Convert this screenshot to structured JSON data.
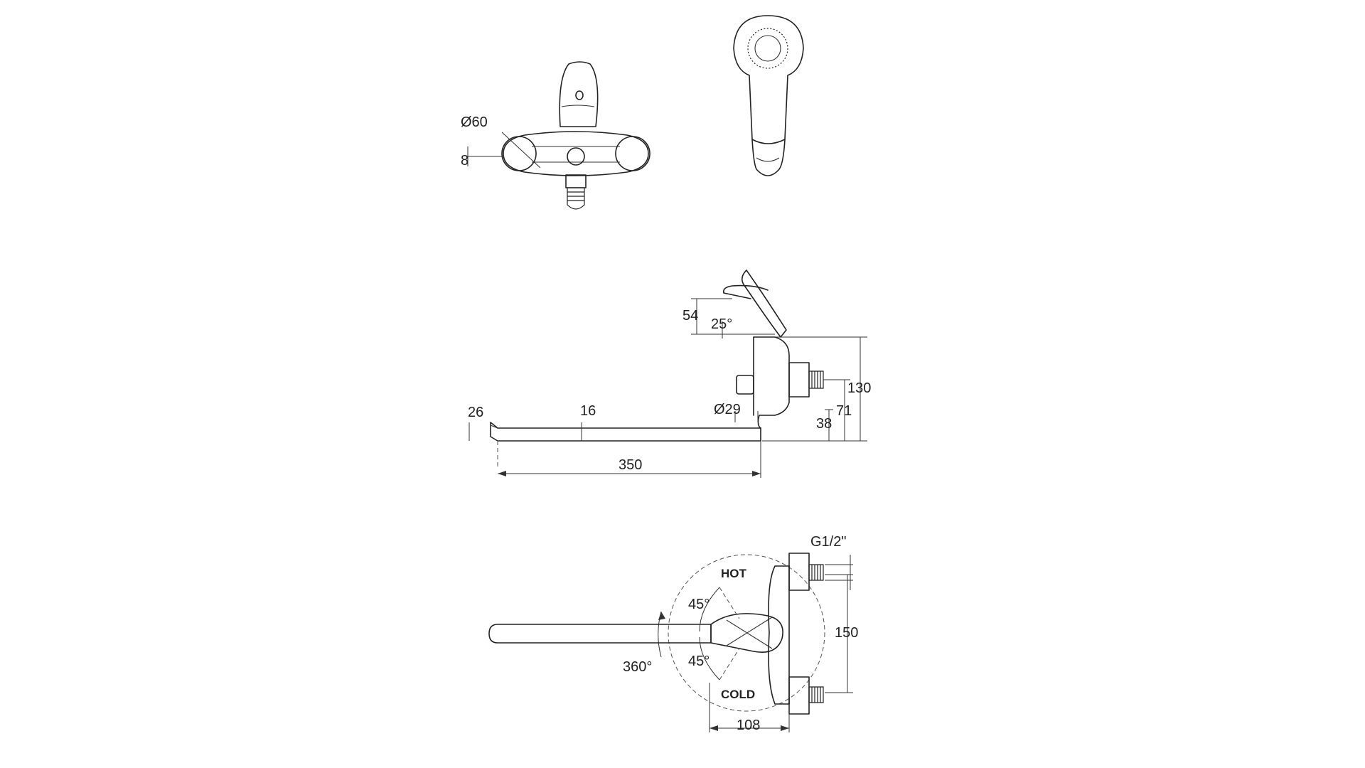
{
  "front_view": {
    "diameter_label": "Ø60",
    "offset_label": "8"
  },
  "side_view": {
    "lever_height_label": "54",
    "lever_angle_label": "25°",
    "body_height_label": "130",
    "inlet_height_label": "71",
    "outlet_diameter_label": "Ø29",
    "base_height_label": "38",
    "spout_tip_label": "26",
    "spout_thickness_label": "16",
    "spout_reach_label": "350"
  },
  "top_view": {
    "thread_label": "G1/2\"",
    "hot_label": "HOT",
    "cold_label": "COLD",
    "hot_angle_label": "45°",
    "cold_angle_label": "45°",
    "rotation_label": "360°",
    "inlet_spacing_label": "150",
    "depth_label": "108"
  }
}
